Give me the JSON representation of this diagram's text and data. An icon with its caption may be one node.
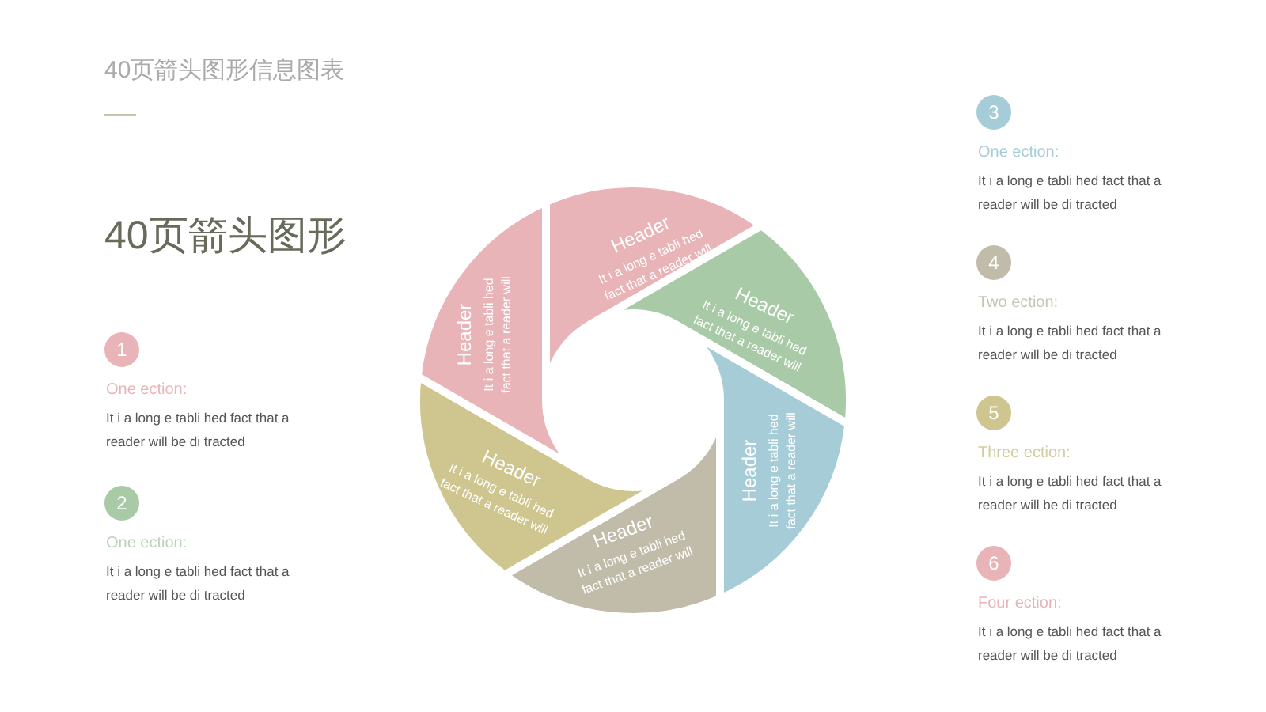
{
  "diagram": {
    "title": "40页箭头图形信息图表",
    "nodes": [
      {
        "text": [
          "Header",
          "It i a long e tabli hed fact that a reader will"
        ]
      },
      {
        "text": [
          "Header",
          "It i a long e tabli hed fact that a reader will"
        ]
      },
      {
        "text": [
          "Header",
          "It i a long e tabli hed fact that a reader will"
        ]
      },
      {
        "text": [
          "Header",
          "It i a long e tabli hed fact that a reader will"
        ]
      },
      {
        "text": [
          "Header",
          "It i a long e tabli hed fact that a reader will"
        ]
      },
      {
        "text": [
          "Header",
          "It i a long e tabli hed fact that a reader will"
        ]
      },
      {
        "text": [
          "1"
        ],
        "beside": [
          "One ection:",
          "It i a long e tabli hed fact that a reader will be di tracted"
        ]
      },
      {
        "text": [
          "2"
        ],
        "beside": [
          "One ection:",
          "It i a long e tabli hed fact that a reader will be di tracted"
        ]
      },
      {
        "text": [
          "3"
        ],
        "beside": [
          "One ection:",
          "It i a long e tabli hed fact that a reader will be di tracted"
        ]
      },
      {
        "text": [
          "4"
        ],
        "beside": [
          "Two ection:",
          "It i a long e tabli hed fact that a reader will be di tracted"
        ]
      },
      {
        "text": [
          "5"
        ],
        "beside": [
          "Three ection:",
          "It i a long e tabli hed fact that a reader will be di tracted"
        ]
      },
      {
        "text": [
          "6"
        ],
        "beside": [
          "Four ection:",
          "It i a long e tabli hed fact that a reader will be di tracted"
        ]
      }
    ],
    "edges": [],
    "labels": [
      "40页箭头图形"
    ]
  }
}
